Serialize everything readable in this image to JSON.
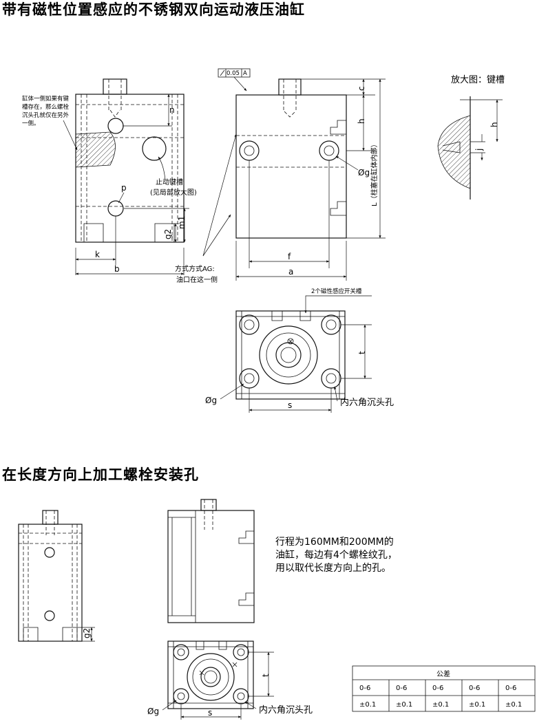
{
  "section1": {
    "title": "带有磁性位置感应的不锈钢双向运动液压油缸",
    "side_view": {
      "note_lines": [
        "缸体一侧如果有键",
        "槽存在，那么螺栓",
        "沉头孔就仅在另外",
        "一侧。"
      ],
      "keyway_callout_lines": [
        "止动键槽",
        "(见局部放大图)"
      ],
      "port_callout_lines": [
        "方式方式AG:",
        "油口在这一侧"
      ],
      "labels": {
        "n": "n",
        "p": "p",
        "g2": "g2",
        "m1": "m1",
        "k": "k",
        "b": "b"
      }
    },
    "front_view": {
      "tolerance_frame": [
        "0.05",
        "A"
      ],
      "labels": {
        "c": "c",
        "h": "h",
        "dia_g": "Øg",
        "f": "f",
        "a": "a"
      },
      "length_label": "L（柱塞在缸体内部）"
    },
    "detail": {
      "title": "放大图：键槽",
      "labels": {
        "h": "h",
        "j": "j"
      }
    },
    "end_view": {
      "callout": "2个磁性感应开关槽",
      "labels": {
        "t": "t",
        "s": "s",
        "dia_g": "Øg"
      },
      "socket_label": "内六角沉头孔"
    }
  },
  "section2": {
    "title": "在长度方向上加工螺栓安装孔",
    "note_lines": [
      "行程为160MM和200MM的",
      "油缸，每边有4个螺栓纹孔，",
      "用以取代长度方向上的孔。"
    ],
    "labels": {
      "g2": "g2",
      "t": "t",
      "s": "s",
      "dia_g": "Øg"
    },
    "socket_label": "内六角沉头孔",
    "tolerance_table": {
      "header": "公差",
      "ranges": [
        "0-6",
        "0-6",
        "0-6",
        "0-6",
        "0-6"
      ],
      "values": [
        "±0.1",
        "±0.1",
        "±0.1",
        "±0.1",
        "±0.1"
      ]
    }
  }
}
